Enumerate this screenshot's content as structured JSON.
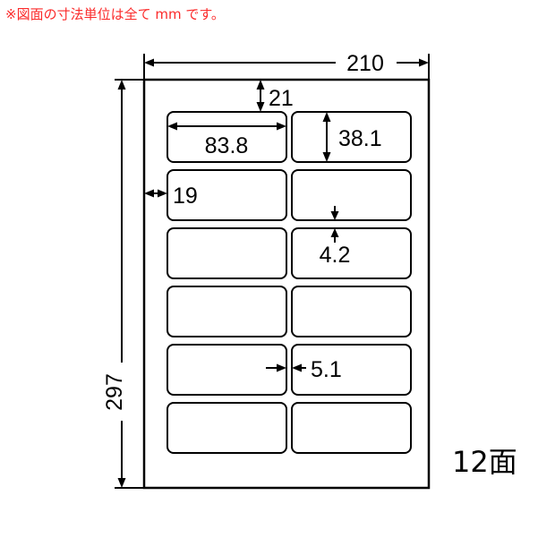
{
  "header": {
    "note": "※図面の寸法単位は全て mm です。"
  },
  "drawing": {
    "title_count": "12面",
    "sheet": {
      "width_label": "210",
      "height_label": "297"
    },
    "dimensions": {
      "top_margin": "21",
      "left_margin": "19",
      "label_width": "83.8",
      "label_height": "38.1",
      "row_gap": "4.2",
      "column_gap": "5.1"
    },
    "grid": {
      "columns": 2,
      "rows": 6,
      "total_labels": 12
    },
    "colors": {
      "note": "#fb2a2a",
      "line": "#000000",
      "sheet_fill": "#ffffff"
    }
  }
}
